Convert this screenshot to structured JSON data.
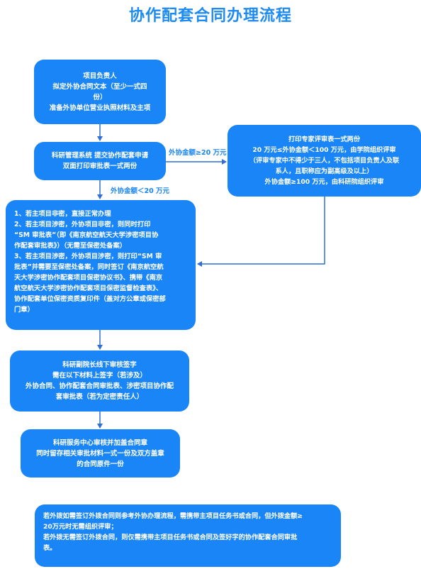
{
  "title": "协作配套合同办理流程",
  "colors": {
    "accent": "#1a85f7",
    "title": "#1e8bf0",
    "connector": "#2f6fd6"
  },
  "nodes": {
    "project_leader": [
      "项目负责人",
      "拟定外协合同文本（至少一式四",
      "份）",
      "准备外协单位营业执照材料及主项"
    ],
    "management_system": [
      "科研管理系统   提交协作配套申请",
      "双面打印审批表一式两份"
    ],
    "expert_review": [
      "打印专家评审表一式两份",
      "20 万元≤外协金额＜100 万元，由学院组织评审",
      "（评审专家中不得少于三人，不包括项目负责人及联",
      "系人，且职称应为副高级及以上）",
      "外协金额≥100 万元，由科研院组织评审"
    ],
    "confidential_rules": [
      "1、若主项目非密，直接正常办理",
      "2、若主项目涉密，外协项目非密，则同时打印",
      "“SM 审批表”（即《南京航空航天大学涉密项目协",
      "作配套审批表》）（无需至保密处备案）",
      "3、若主项目涉密，外协项目涉密，则打印“SM 审",
      "批表”并需要至保密处备案，同时签订《南京航空航",
      "天大学涉密协作配套项目保密协议书》、携带《南京",
      "航空航天大学涉密协作配套项目保密监督检查表》、",
      "协作配套单位保密资质复印件（盖对方公章或保密部",
      "门章）"
    ],
    "vice_dean": [
      "科研副院长线下审核签字",
      "需在以下材料上签字（若涉及）",
      "外协合同、协作配套合同审批表、涉密项目协作配",
      "套审批表（若为定密责任人）"
    ],
    "service_center": [
      "科研服务中心审核并加盖合同章",
      "同时留存相关审批材料一式一份及双方盖章",
      "的合同原件一份"
    ],
    "note": [
      "若外拨如需签订外拨合同则参考外协办理流程，需携带主项目任务书或合同，但外拨金额≥",
      "20万元时无需组织评审；",
      "若外拨无需签订外拨合同，则仅需携带主项目任务书或合同及签好字的协作配套合同审批",
      "表。"
    ]
  },
  "edges": {
    "high_amount_label": "外协金额≥20 万元",
    "low_amount_label": "外协金额＜20 万元"
  }
}
